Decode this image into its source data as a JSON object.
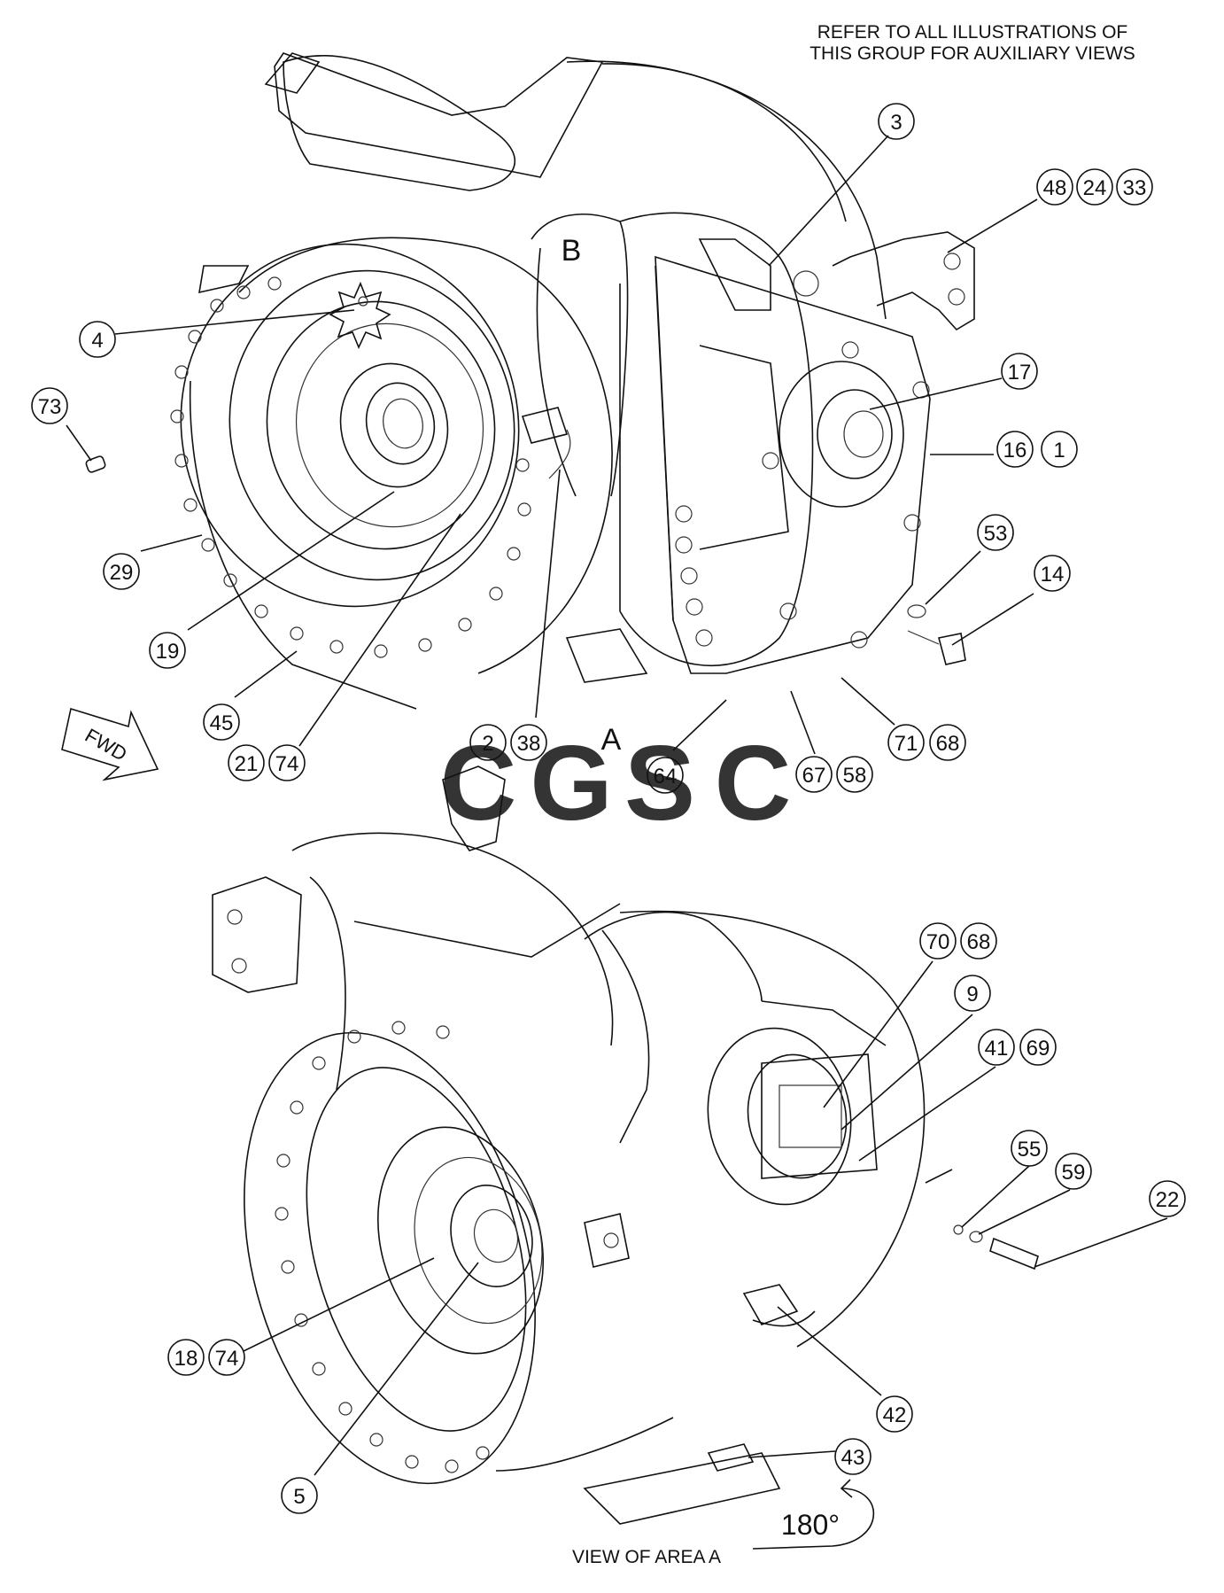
{
  "note": {
    "line1": "REFER TO ALL ILLUSTRATIONS OF",
    "line2": "THIS GROUP FOR AUXILIARY VIEWS"
  },
  "view_letters": {
    "b": "B",
    "a": "A"
  },
  "fwd_label": "FWD",
  "rotation_label": "180°",
  "view_caption": "VIEW OF AREA A",
  "watermark": {
    "text": "CGSC",
    "colors": [
      "#6ea0ee",
      "#ee8c8c",
      "#f4d066",
      "#6fba95"
    ]
  },
  "callouts": {
    "c3": "3",
    "c48": "48",
    "c24": "24",
    "c33": "33",
    "c4": "4",
    "c17": "17",
    "c73": "73",
    "c16": "16",
    "c1": "1",
    "c53": "53",
    "c14": "14",
    "c29": "29",
    "c19": "19",
    "c45": "45",
    "c21": "21",
    "c74a": "74",
    "c2": "2",
    "c38": "38",
    "c64": "64",
    "c67": "67",
    "c58": "58",
    "c71": "71",
    "c68a": "68",
    "c70": "70",
    "c68b": "68",
    "c9": "9",
    "c41": "41",
    "c69": "69",
    "c55": "55",
    "c59": "59",
    "c22": "22",
    "c18": "18",
    "c74b": "74",
    "c42": "42",
    "c43": "43",
    "c5": "5"
  }
}
